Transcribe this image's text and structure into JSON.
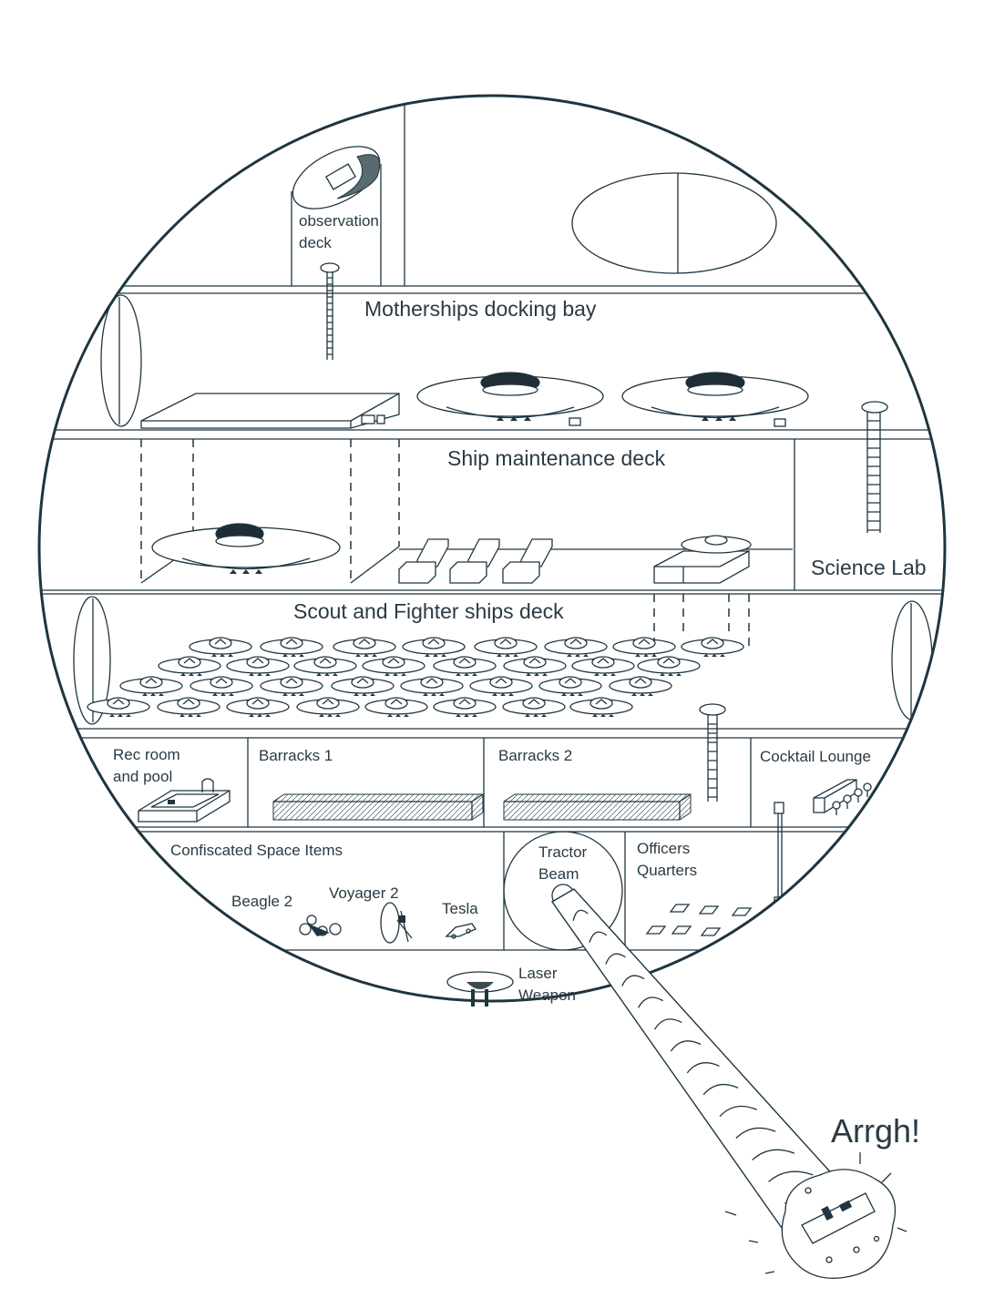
{
  "labels": {
    "observation_deck": [
      "observation",
      "deck"
    ],
    "motherships_docking_bay": "Motherships docking bay",
    "ship_maintenance_deck": "Ship maintenance deck",
    "science_lab": "Science Lab",
    "scout_fighter_deck": "Scout and Fighter ships deck",
    "rec_room": [
      "Rec room",
      "and pool"
    ],
    "barracks_1": "Barracks 1",
    "barracks_2": "Barracks 2",
    "cocktail_lounge": "Cocktail Lounge",
    "confiscated_items": "Confiscated Space Items",
    "beagle_2": "Beagle 2",
    "voyager_2": "Voyager 2",
    "tesla": "Tesla",
    "tractor_beam": [
      "Tractor",
      "Beam"
    ],
    "officers_quarters": [
      "Officers",
      "Quarters"
    ],
    "laser_weapon": [
      "Laser",
      "Weapon"
    ],
    "exclamation": "Arrgh!"
  },
  "colors": {
    "line": "#1f3540",
    "text": "#2a3a44",
    "background": "#ffffff"
  }
}
